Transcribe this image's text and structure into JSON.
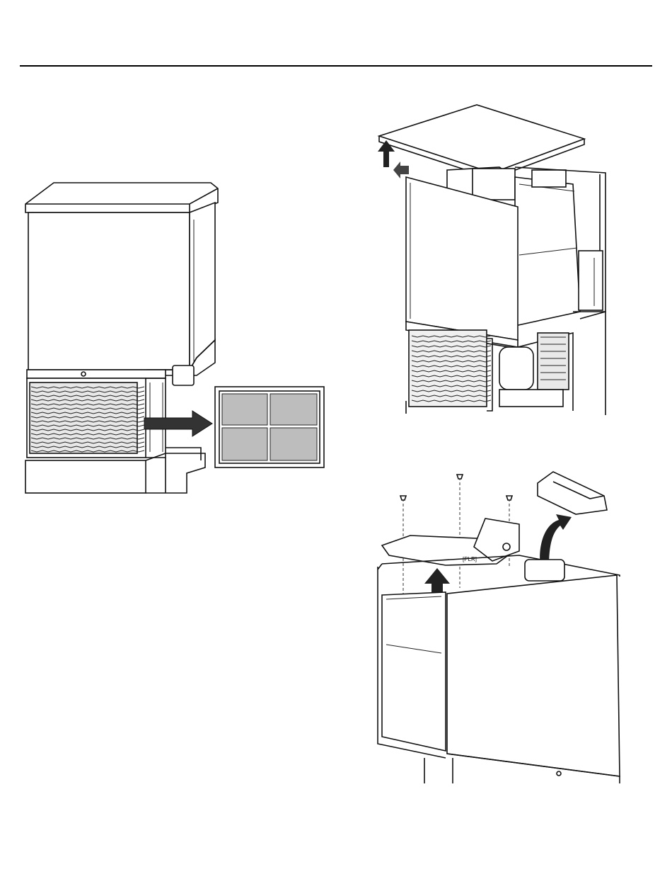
{
  "page": {
    "figures": [
      {
        "id": "air-filter-removal"
      },
      {
        "id": "top-panel-removal"
      },
      {
        "id": "ice-machine-lid-removal"
      }
    ],
    "label_plate": "[PLR]"
  }
}
